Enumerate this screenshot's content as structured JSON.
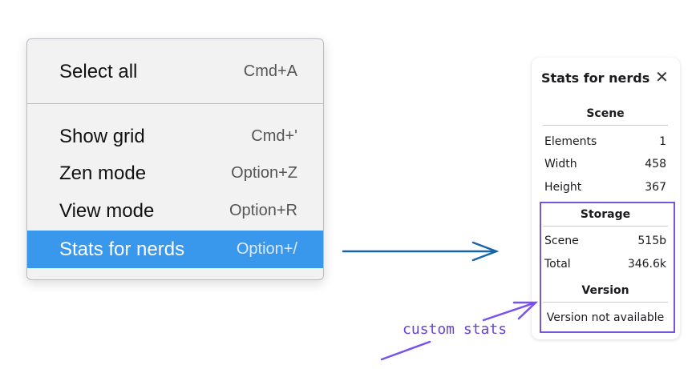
{
  "menu": {
    "items": [
      {
        "label": "Select all",
        "shortcut": "Cmd+A"
      },
      {
        "label": "Show grid",
        "shortcut": "Cmd+'"
      },
      {
        "label": "Zen mode",
        "shortcut": "Option+Z"
      },
      {
        "label": "View mode",
        "shortcut": "Option+R"
      },
      {
        "label": "Stats for nerds",
        "shortcut": "Option+/",
        "highlighted": true
      }
    ]
  },
  "panel": {
    "title": "Stats for nerds",
    "close_icon": "close-icon",
    "scene": {
      "heading": "Scene",
      "rows": [
        {
          "k": "Elements",
          "v": "1"
        },
        {
          "k": "Width",
          "v": "458"
        },
        {
          "k": "Height",
          "v": "367"
        }
      ]
    },
    "storage": {
      "heading": "Storage",
      "rows": [
        {
          "k": "Scene",
          "v": "515b"
        },
        {
          "k": "Total",
          "v": "346.6k"
        }
      ]
    },
    "version": {
      "heading": "Version",
      "text": "Version not available"
    }
  },
  "annotation": {
    "label": "custom stats",
    "color": "#6741d9",
    "arrow_color": "#1864ab"
  }
}
